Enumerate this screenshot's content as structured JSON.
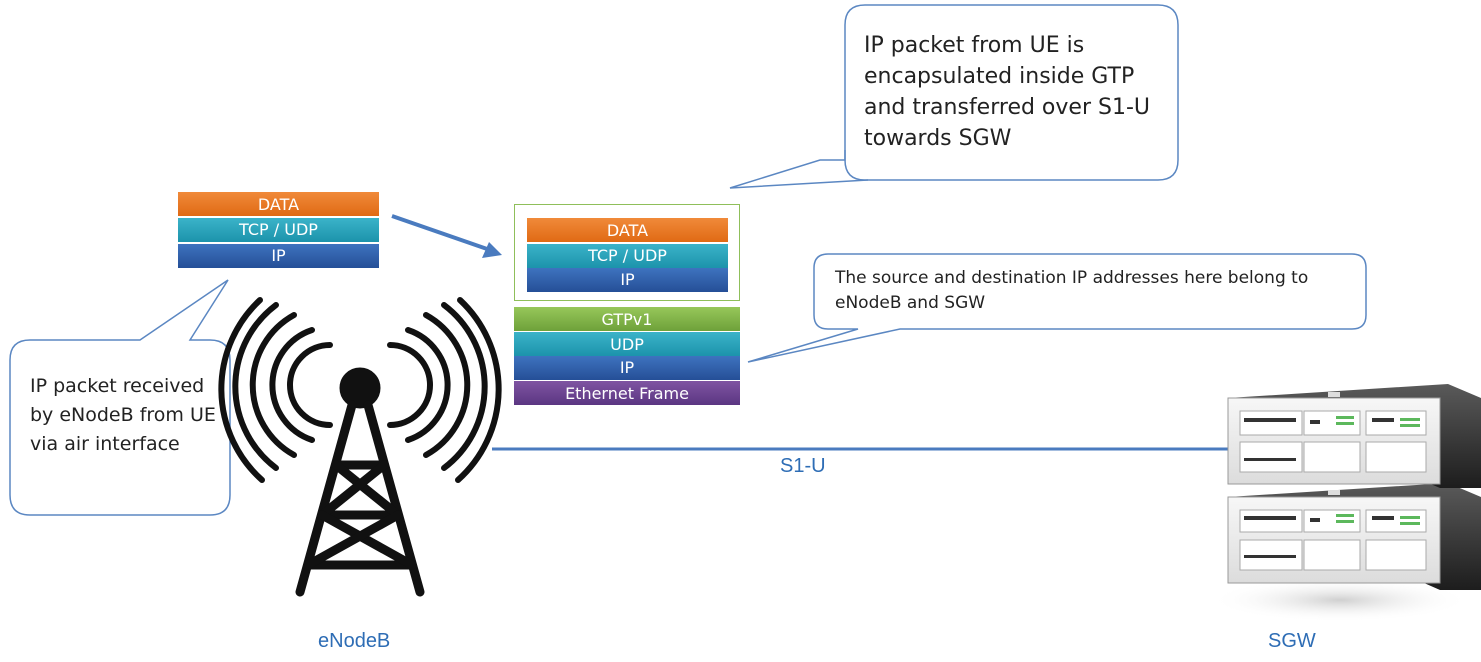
{
  "ue_packet": {
    "layers": [
      "DATA",
      "TCP / UDP",
      "IP"
    ]
  },
  "enb_packet": {
    "inner_layers": [
      "DATA",
      "TCP / UDP",
      "IP"
    ],
    "outer_layers": [
      "GTPv1",
      "UDP",
      "IP",
      "Ethernet Frame"
    ]
  },
  "callouts": {
    "ue_received": "IP packet received by eNodeB from UE via air interface",
    "gtp_encapsulation": "IP packet from UE is encapsulated inside GTP and transferred over S1-U towards SGW",
    "ip_addresses": "The source and destination IP addresses here belong to eNodeB and SGW"
  },
  "labels": {
    "enodeb": "eNodeB",
    "sgw": "SGW",
    "link": "S1-U"
  },
  "colors": {
    "data": "#e8761f",
    "tcp_udp": "#27a3bb",
    "ip": "#2f5fa8",
    "gtp": "#7fb24a",
    "udp": "#27a3bb",
    "ethernet": "#6a4492",
    "link": "#4a7bbf",
    "label": "#2e6db5"
  },
  "icons": {
    "tower": "radio-tower-icon",
    "server": "server-rack-icon"
  }
}
